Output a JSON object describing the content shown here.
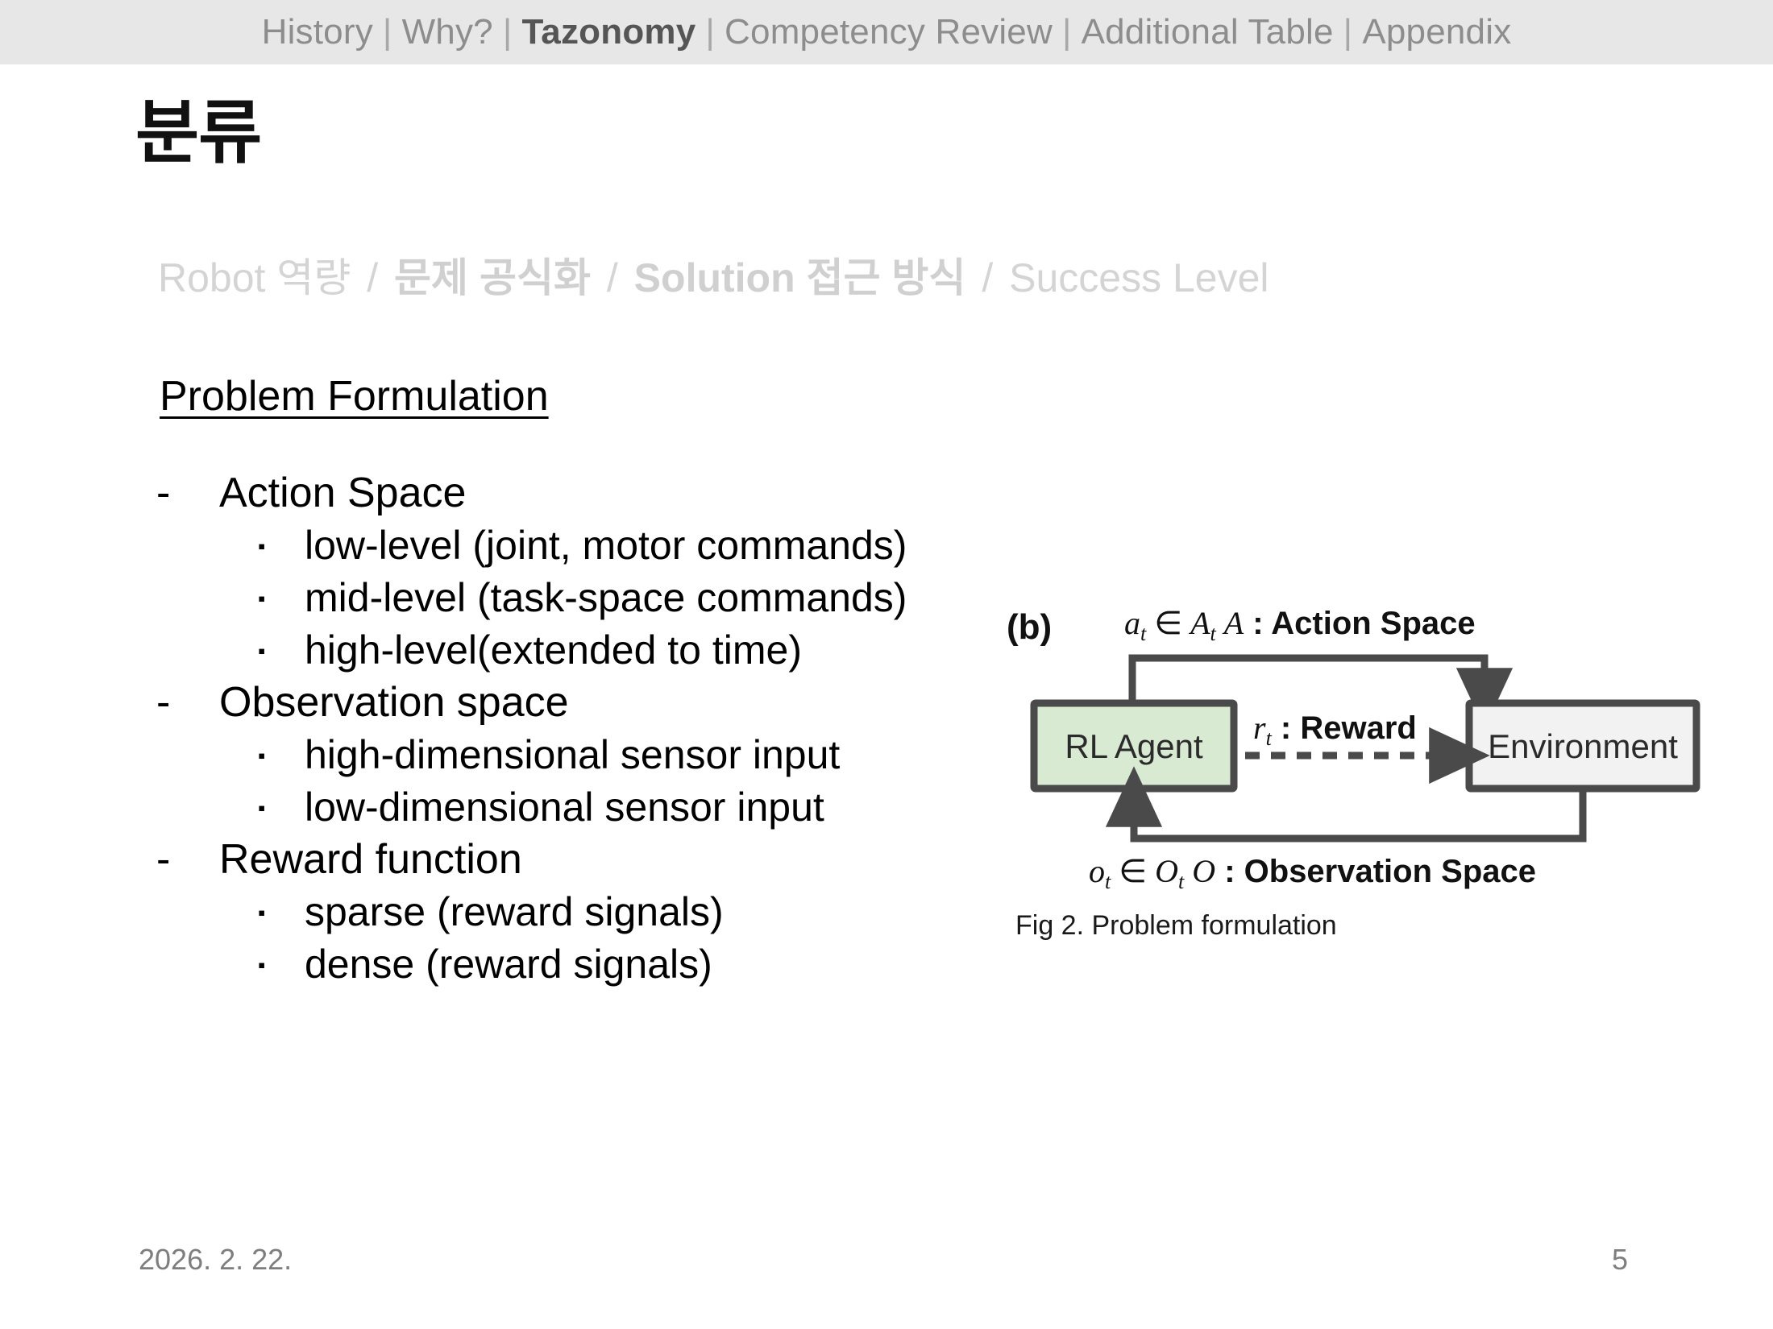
{
  "nav": {
    "separator": "|",
    "items": [
      {
        "label": "History",
        "active": false
      },
      {
        "label": "Why?",
        "active": false
      },
      {
        "label": "Tazonomy",
        "active": true
      },
      {
        "label": "Competency Review",
        "active": false
      },
      {
        "label": "Additional Table",
        "active": false
      },
      {
        "label": "Appendix",
        "active": false
      }
    ]
  },
  "title": "분류",
  "breadcrumb": {
    "seg1": "Robot 역량",
    "seg2": "문제 공식화",
    "seg3": "Solution 접근 방식",
    "seg4": "Success Level",
    "slash": "/"
  },
  "section": {
    "heading": "Problem Formulation"
  },
  "content": {
    "groups": [
      {
        "marker": "-",
        "label": "Action Space",
        "sub_marker": "▪",
        "sub_items": [
          "low-level (joint, motor commands)",
          "mid-level (task-space commands)",
          "high-level(extended to time)"
        ]
      },
      {
        "marker": "-",
        "label": "Observation space",
        "sub_marker": "▪",
        "sub_items": [
          "high-dimensional sensor input",
          "low-dimensional sensor input"
        ]
      },
      {
        "marker": "-",
        "label": "Reward function",
        "sub_marker": "▪",
        "sub_items": [
          "sparse (reward signals)",
          "dense (reward signals)"
        ]
      }
    ]
  },
  "figure": {
    "panel_label": "(b)",
    "top_label_math": "a",
    "top_label_sub": "t",
    "top_label_in": "∈",
    "top_label_set": "A",
    "top_label_set_sub": "t",
    "top_label_symbol": "A",
    "top_label_text": ": Action Space",
    "bottom_label_math": "o",
    "bottom_label_sub": "t",
    "bottom_label_in": "∈",
    "bottom_label_set": "O",
    "bottom_label_set_sub": "t",
    "bottom_label_symbol": "O",
    "bottom_label_text": ": Observation Space",
    "reward_math": "r",
    "reward_sub": "t",
    "reward_text": ": Reward",
    "agent_box": "RL Agent",
    "env_box": "Environment",
    "caption": "Fig 2. Problem formulation",
    "colors": {
      "agent_fill": "#d9ead3",
      "env_fill": "#f2f2f2",
      "stroke": "#4a4a4a",
      "text": "#2b2b2b"
    }
  },
  "footer": {
    "date": "2026. 2. 22.",
    "page": "5"
  }
}
